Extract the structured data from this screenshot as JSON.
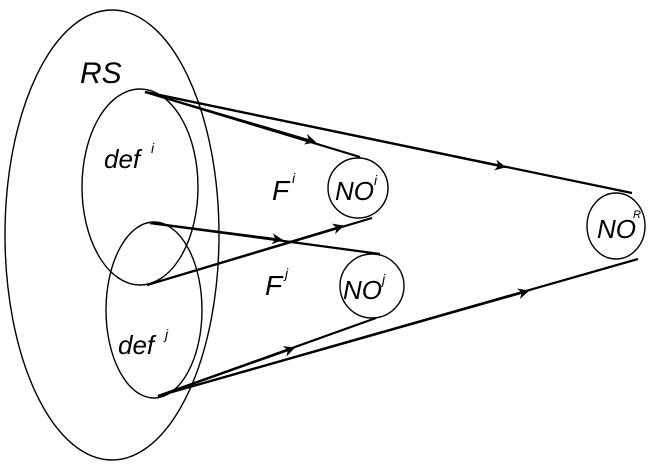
{
  "diagram": {
    "outer_set": {
      "label": "RS"
    },
    "def_i": {
      "base": "def",
      "sup": "i"
    },
    "def_j": {
      "base": "def",
      "sup": "j"
    },
    "f_i": {
      "base": "F",
      "sup": "i"
    },
    "f_j": {
      "base": "F",
      "sup": "j"
    },
    "no_i": {
      "base": "NO",
      "sup": "i"
    },
    "no_j": {
      "base": "NO",
      "sup": "j"
    },
    "no_r": {
      "base": "NO",
      "sup": "R"
    }
  },
  "colors": {
    "ink": "#000000",
    "background": "#ffffff"
  }
}
